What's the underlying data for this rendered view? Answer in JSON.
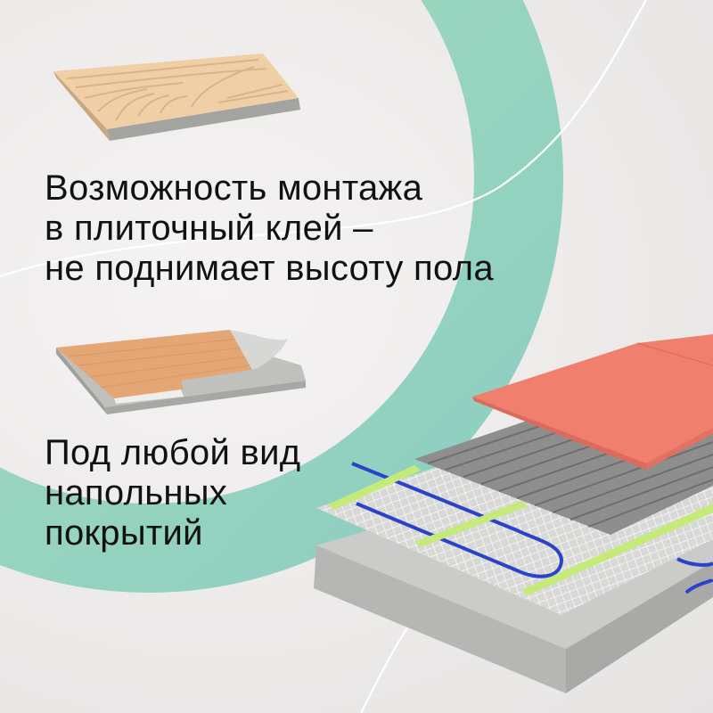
{
  "colors": {
    "background": "#efecec",
    "ring_light": "#a6dfbd",
    "ring_dark": "#8fcfc0",
    "tile_red": "#f07f6e",
    "adhesive_gray": "#8e8e8e",
    "mesh_strip": "#c6ea7a",
    "cable_blue": "#2a44c9",
    "concrete": "#c9c9c9",
    "text": "#111111"
  },
  "feature_1": {
    "illustration": "tile-adhesive-on-board",
    "lines": [
      "Возможность монтажа",
      "в плиточный клей –",
      "не поднимает высоту пола"
    ]
  },
  "feature_2": {
    "illustration": "wood-flooring-on-board",
    "lines": [
      "Под любой вид",
      "напольных",
      "покрытий"
    ]
  },
  "hero_illustration": {
    "name": "heating-mat-layers",
    "layers": [
      "tile",
      "tile-adhesive",
      "heating-mat-with-blue-cable",
      "concrete-slab"
    ]
  }
}
